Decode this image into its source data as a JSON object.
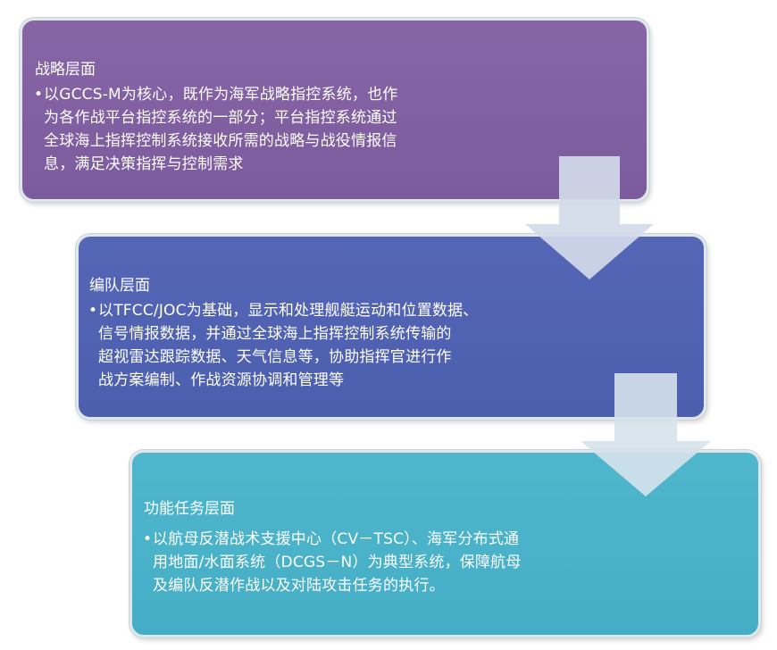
{
  "levels": [
    {
      "title": "战略层面",
      "bullet_lines": [
        "以GCCS-M为核心，既作为海军战略指控系统，也作",
        "为各作战平台指控系统的一部分；平台指控系统通过",
        "全球海上指挥控制系统接收所需的战略与战役情报信",
        "息，满足决策指挥与控制需求"
      ],
      "color": "#8062a0"
    },
    {
      "title": "编队层面",
      "bullet_lines": [
        "以TFCC/JOC为基础，显示和处理舰艇运动和位置数据、",
        "信号情报数据，并通过全球海上指挥控制系统传输的",
        "超视雷达跟踪数据、天气信息等，协助指挥官进行作",
        "战方案编制、作战资源协调和管理等"
      ],
      "color": "#5062b2"
    },
    {
      "title": "功能任务层面",
      "bullet_lines": [
        "以航母反潜战术支援中心（CV－TSC）、海军分布式通",
        "用地面/水面系统（DCGS－N）为典型系统，保障航母",
        "及编队反潜作战以及对陆攻击任务的执行。"
      ],
      "color": "#4ab2c9"
    }
  ],
  "bullet_symbol": "•",
  "arrow_color": "#cfd8ea"
}
